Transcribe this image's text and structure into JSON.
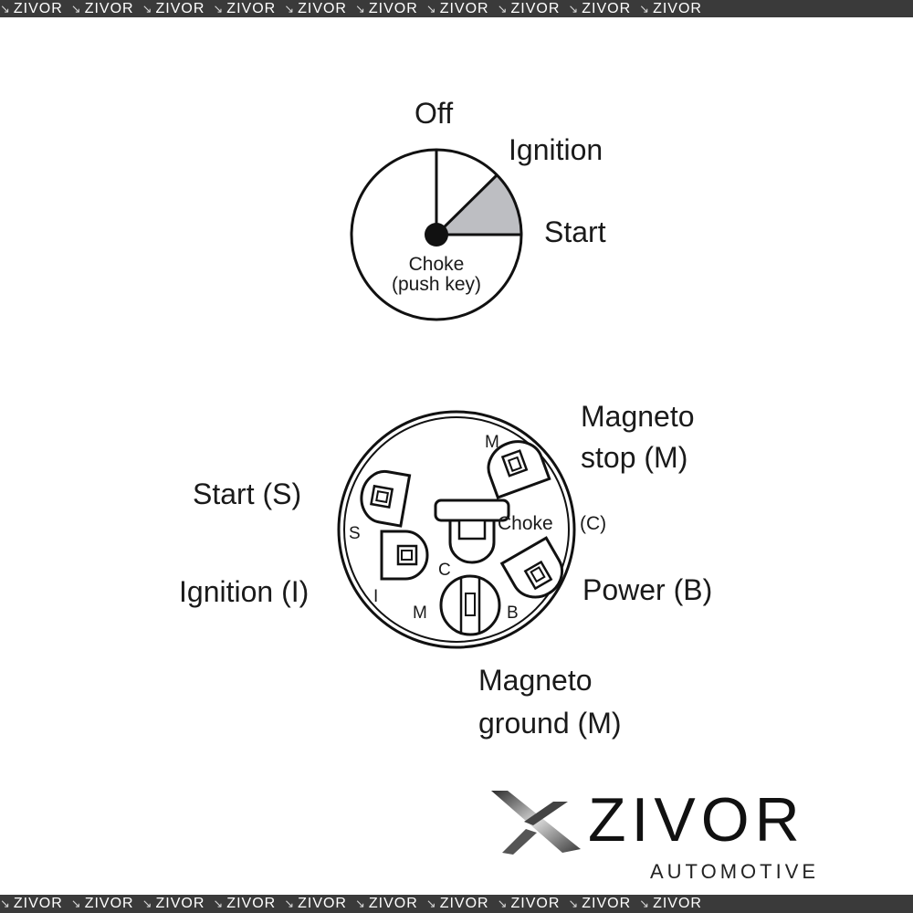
{
  "watermark": {
    "text": "ZIVOR",
    "separator": "↘",
    "count": 10
  },
  "dial": {
    "off_label": "Off",
    "ignition_label": "Ignition",
    "start_label": "Start",
    "choke_line1": "Choke",
    "choke_line2": "(push key)",
    "start_sector_color": "#bdbec2"
  },
  "connector": {
    "magneto_stop_line1": "Magneto",
    "magneto_stop_line2": "stop (M)",
    "start_label": "Start (S)",
    "ignition_label": "Ignition (I)",
    "power_label": "Power (B)",
    "magneto_ground_line1": "Magneto",
    "magneto_ground_line2": "ground (M)",
    "choke_inline": "Choke",
    "choke_inline_c": "(C)",
    "pin_m_top": "M",
    "pin_s": "S",
    "pin_c": "C",
    "pin_i": "I",
    "pin_m_bottom": "M",
    "pin_b": "B"
  },
  "logo": {
    "name": "ZIVOR",
    "tagline": "AUTOMOTIVE"
  }
}
